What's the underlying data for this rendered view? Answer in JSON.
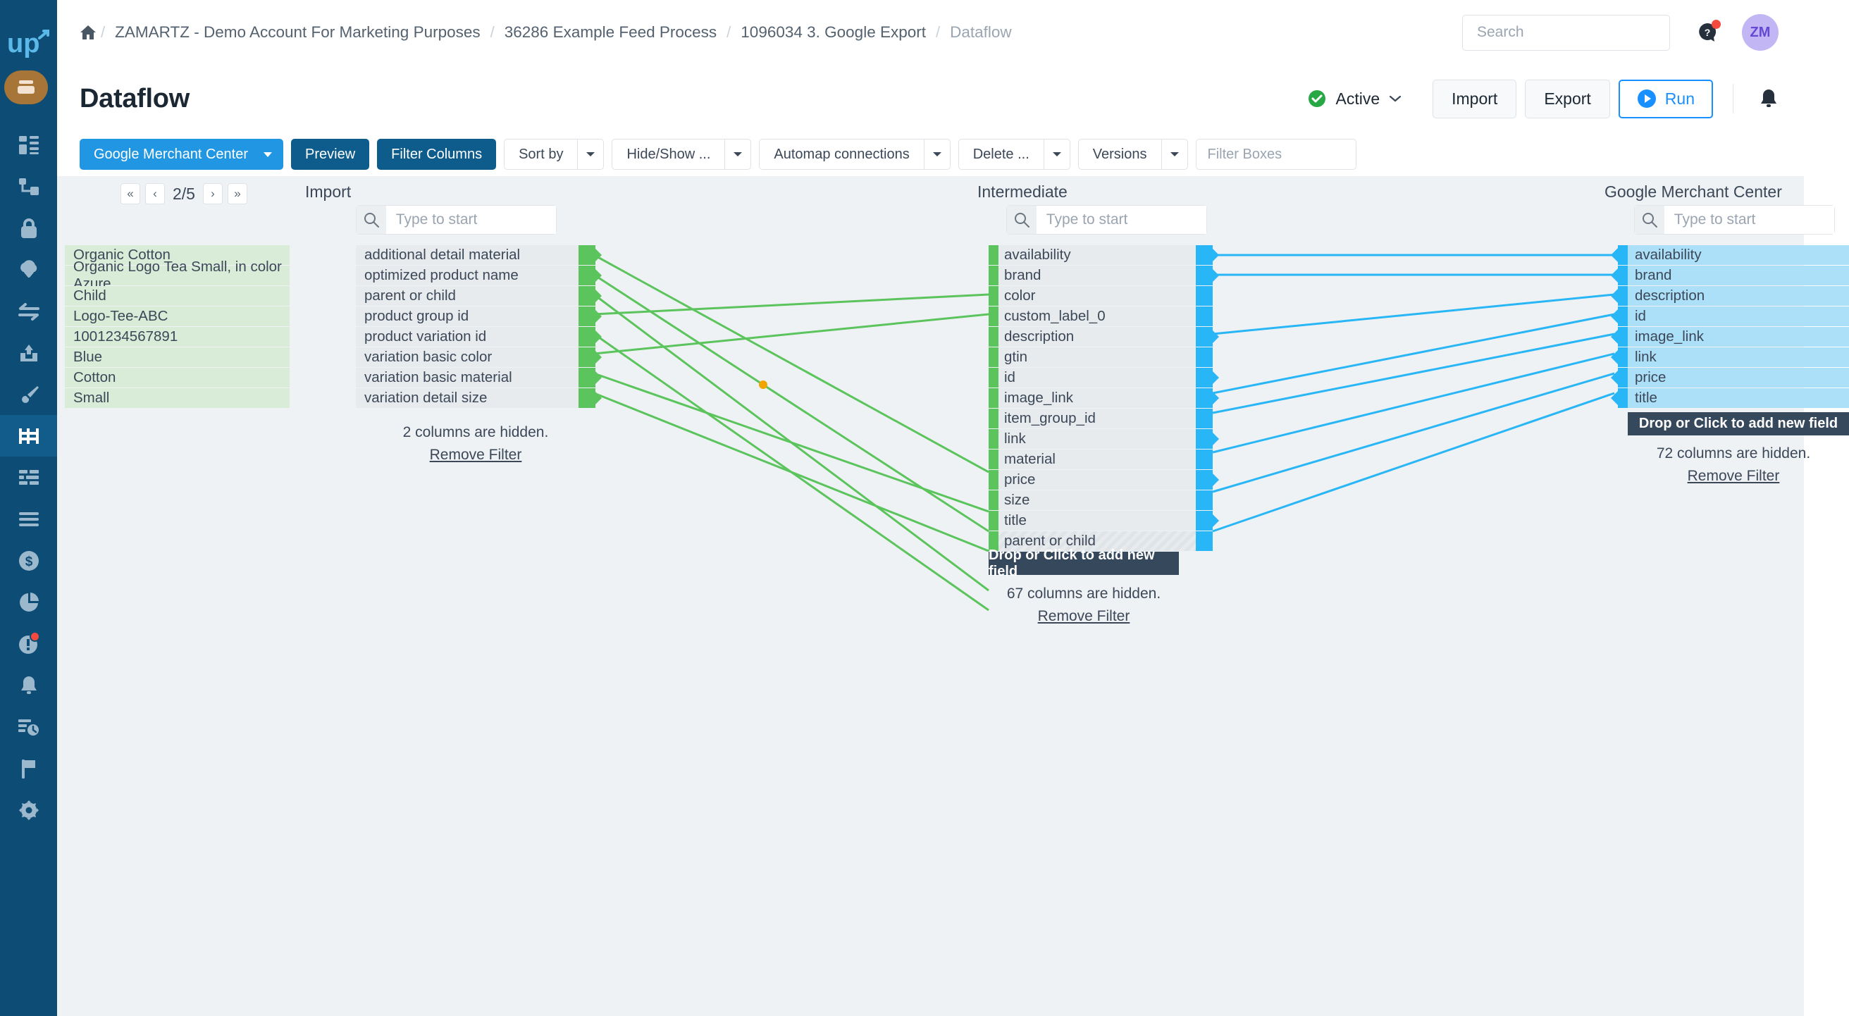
{
  "colors": {
    "sidebar_bg": "#0d4d75",
    "accent_blue": "#2196e3",
    "dark_blue": "#0d5c8c",
    "green_connector": "#5cc45c",
    "blue_connector": "#29b6f6",
    "preview_green": "#d8ecd8",
    "gmc_blue": "#ace0f9",
    "badge_red": "#f4493f",
    "avatar_bg": "#c3b6f5",
    "status_green": "#28a745"
  },
  "sidebar": {
    "logo": "up-logo",
    "items": [
      {
        "icon": "box-archive-icon",
        "name": "sidebar-item-archive",
        "active": false
      },
      {
        "icon": "dashboard-icon",
        "name": "sidebar-item-dashboard",
        "active": false
      },
      {
        "icon": "sitemap-icon",
        "name": "sidebar-item-sitemap",
        "active": false
      },
      {
        "icon": "lock-icon",
        "name": "sidebar-item-security",
        "active": false
      },
      {
        "icon": "cloud-download-icon",
        "name": "sidebar-item-import",
        "active": false
      },
      {
        "icon": "exchange-arrows-icon",
        "name": "sidebar-item-transfer",
        "active": false
      },
      {
        "icon": "cloud-upload-icon",
        "name": "sidebar-item-export",
        "active": false
      },
      {
        "icon": "paintbrush-icon",
        "name": "sidebar-item-design",
        "active": false
      },
      {
        "icon": "dataflow-icon",
        "name": "sidebar-item-dataflow",
        "active": true
      },
      {
        "icon": "list-columns-icon",
        "name": "sidebar-item-columns",
        "active": false
      },
      {
        "icon": "menu-lines-icon",
        "name": "sidebar-item-menu",
        "active": false
      },
      {
        "icon": "dollar-circle-icon",
        "name": "sidebar-item-billing",
        "active": false
      },
      {
        "icon": "pie-chart-icon",
        "name": "sidebar-item-analytics",
        "active": false
      },
      {
        "icon": "alert-circle-icon",
        "name": "sidebar-item-alerts",
        "active": false,
        "badge": true
      },
      {
        "icon": "bell-icon",
        "name": "sidebar-item-notifications",
        "active": false
      },
      {
        "icon": "history-icon",
        "name": "sidebar-item-history",
        "active": false
      },
      {
        "icon": "flag-icon",
        "name": "sidebar-item-flags",
        "active": false
      },
      {
        "icon": "gear-icon",
        "name": "sidebar-item-settings",
        "active": false
      }
    ]
  },
  "header": {
    "home_icon": "home-icon",
    "breadcrumb": [
      "ZAMARTZ - Demo Account For Marketing Purposes",
      "36286 Example Feed Process",
      "1096034 3. Google Export",
      "Dataflow"
    ],
    "separator": "/",
    "search": {
      "placeholder": "Search",
      "value": ""
    },
    "help_icon": "help-question-icon",
    "avatar_initials": "ZM"
  },
  "title_bar": {
    "title": "Dataflow",
    "status_label": "Active",
    "status_icon": "check-circle-icon",
    "status_caret": "chevron-down-icon",
    "import_label": "Import",
    "export_label": "Export",
    "run_label": "Run",
    "run_icon": "play-circle-icon",
    "bell_icon": "bell-icon"
  },
  "toolbar": {
    "channel_label": "Google Merchant Center",
    "preview_label": "Preview",
    "filter_columns_label": "Filter Columns",
    "sort_by_label": "Sort by",
    "hide_show_label": "Hide/Show ...",
    "automap_label": "Automap connections",
    "delete_label": "Delete ...",
    "versions_label": "Versions",
    "filter_boxes_placeholder": "Filter Boxes",
    "filter_boxes_value": ""
  },
  "pager": {
    "first": "«",
    "prev": "‹",
    "label": "2/5",
    "next": "›",
    "last": "»"
  },
  "panels": {
    "preview": {
      "values": [
        "Organic Cotton",
        "Organic Logo Tea Small, in color Azure",
        "Child",
        "Logo-Tee-ABC",
        "1001234567891",
        "Blue",
        "Cotton",
        "Small"
      ]
    },
    "import": {
      "title": "Import",
      "search_placeholder": "Type to start",
      "search_value": "",
      "fields": [
        "additional detail material",
        "optimized product name",
        "parent or child",
        "product group id",
        "product variation id",
        "variation basic color",
        "variation basic material",
        "variation detail size"
      ],
      "hidden_text": "2 columns are hidden.",
      "remove_filter_label": "Remove Filter"
    },
    "intermediate": {
      "title": "Intermediate",
      "search_placeholder": "Type to start",
      "search_value": "",
      "fields": [
        {
          "label": "availability",
          "hatched": false
        },
        {
          "label": "brand",
          "hatched": false
        },
        {
          "label": "color",
          "hatched": false
        },
        {
          "label": "custom_label_0",
          "hatched": false
        },
        {
          "label": "description",
          "hatched": false
        },
        {
          "label": "gtin",
          "hatched": false
        },
        {
          "label": "id",
          "hatched": false
        },
        {
          "label": "image_link",
          "hatched": false
        },
        {
          "label": "item_group_id",
          "hatched": false
        },
        {
          "label": "link",
          "hatched": false
        },
        {
          "label": "material",
          "hatched": false
        },
        {
          "label": "price",
          "hatched": false
        },
        {
          "label": "size",
          "hatched": false
        },
        {
          "label": "title",
          "hatched": false
        },
        {
          "label": "parent or child",
          "hatched": true
        }
      ],
      "drop_label": "Drop or Click to add new field",
      "hidden_text": "67 columns are hidden.",
      "remove_filter_label": "Remove Filter"
    },
    "gmc": {
      "title": "Google Merchant Center",
      "search_placeholder": "Type to start",
      "search_value": "",
      "fields": [
        "availability",
        "brand",
        "description",
        "id",
        "image_link",
        "link",
        "price",
        "title"
      ],
      "drop_label": "Drop or Click to add new field",
      "hidden_text": "72 columns are hidden.",
      "remove_filter_label": "Remove Filter"
    }
  }
}
